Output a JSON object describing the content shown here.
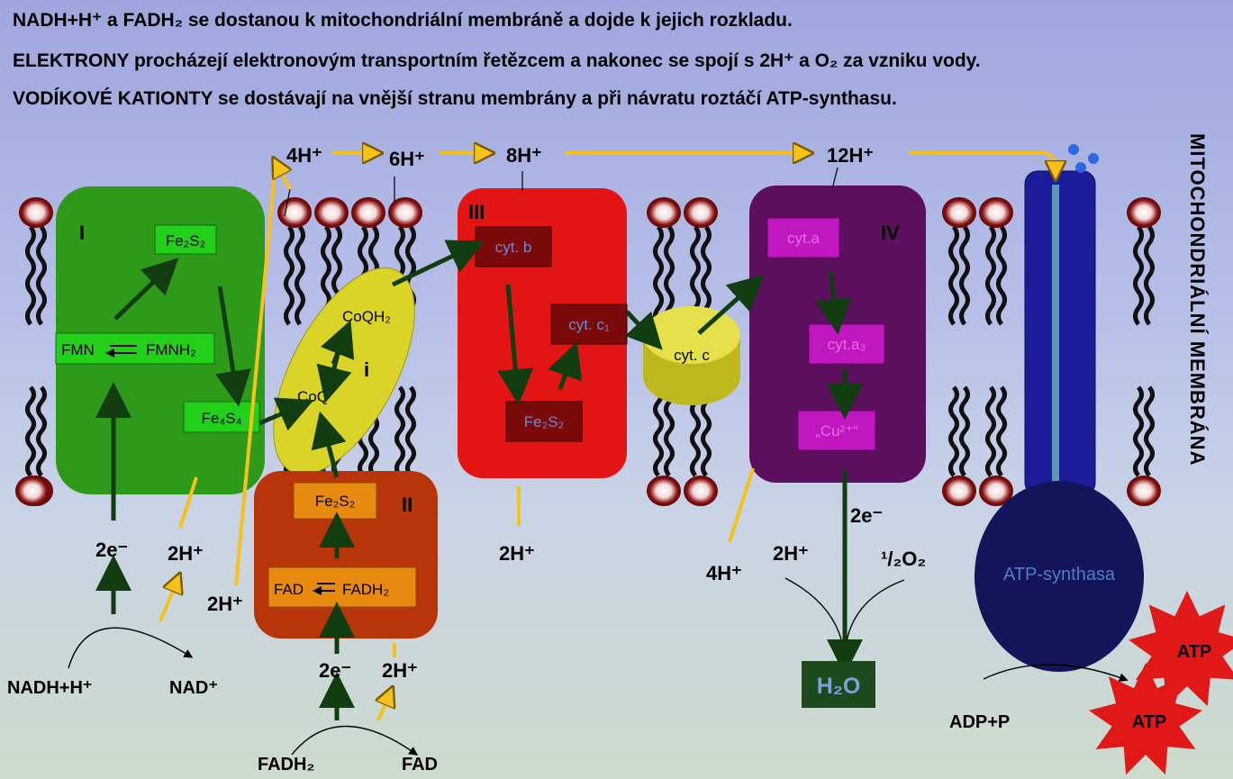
{
  "header": {
    "line1": "NADH+H⁺ a FADH₂ se dostanou k mitochondriální membráně a dojde k jejich rozkladu.",
    "line2": "ELEKTRONY procházejí elektronovým transportním řetězcem a nakonec se spojí s 2H⁺ a O₂ za vzniku vody.",
    "line3": "VODÍKOVÉ KATIONTY se dostávají na vnější stranu membrány a při návratu roztáčí ATP-synthasu."
  },
  "side_label": "MITOCHONDRIÁLNÍ MEMBRÁNA",
  "top_protons": [
    "4H⁺",
    "6H⁺",
    "8H⁺",
    "12H⁺"
  ],
  "complex1": {
    "numeral": "I",
    "fe2s2": "Fe₂S₂",
    "fmn": "FMN",
    "fmnh2": "FMNH₂",
    "fe4s4": "Fe₄S₄"
  },
  "ubiquinone": {
    "coqh2": "CoQH₂",
    "coq": "CoQ",
    "label": "i"
  },
  "complex2": {
    "numeral": "II",
    "fe2s2": "Fe₂S₂",
    "fad": "FAD",
    "fadh2": "FADH₂"
  },
  "complex3": {
    "numeral": "III",
    "cytb": "cyt. b",
    "cytc1": "cyt. c₁",
    "fe2s2": "Fe₂S₂"
  },
  "cytc": "cyt. c",
  "complex4": {
    "numeral": "IV",
    "cyta": "cyt.a",
    "cyta3": "cyt.a₃",
    "cu": "„Cu²⁺“"
  },
  "atp_synthase": "ATP-synthasa",
  "bottom": {
    "e1": "2e⁻",
    "h1": "2H⁺",
    "h2": "2H⁺",
    "nadh": "NADH+H⁺",
    "nad": "NAD⁺",
    "e2": "2e⁻",
    "h3": "2H⁺",
    "fadh2": "FADH₂",
    "fad": "FAD",
    "h4": "2H⁺",
    "h5": "4H⁺",
    "e3": "2e⁻",
    "h6": "2H⁺",
    "o2": "¹/₂O₂",
    "water": "H₂O",
    "adp": "ADP+P",
    "atp1": "ATP",
    "atp2": "ATP"
  },
  "colors": {
    "complex1": "#2e9a1a",
    "complex2": "#b8350a",
    "complex3": "#e21414",
    "complex4": "#5c0f5c",
    "ubiquinone": "#d9d427",
    "atp_synthase": "#14145a",
    "arrow_dark": "#113d11",
    "arrow_proton": "#f5c21a"
  }
}
